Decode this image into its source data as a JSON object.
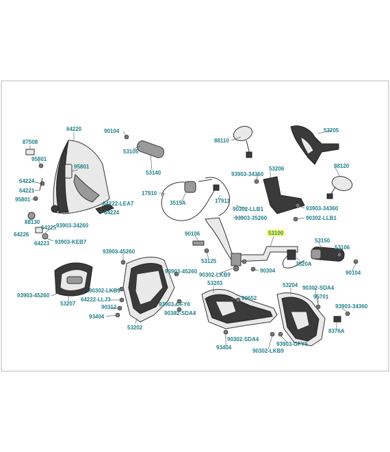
{
  "colors": {
    "label": "#1e7f8c",
    "highlight": "#ffff66"
  },
  "labels": {
    "l64220": "64220",
    "l90104a": "90104",
    "l53105": "53105",
    "l53140": "53140",
    "l87508": "87508",
    "l95801a": "95801",
    "l95801b": "95801",
    "l64224a": "64224",
    "l64221": "64221",
    "l95801c": "95801",
    "l88130": "88130",
    "l64225": "64225",
    "l64226": "64226",
    "l64223": "64223",
    "l93903_34260a": "93903-34260",
    "l93903_keb7": "93903-KEB7",
    "l64222_lea7": "64222-LEA7",
    "l64224b": "64224",
    "l88110": "88110",
    "l53205": "53205",
    "l53206": "53206",
    "l93903_34360a": "93903-34360",
    "l88120": "88120",
    "l17910": "17910",
    "l3515a": "3515A",
    "l17911": "17911",
    "l90302_llb1a": "90302-LLB1",
    "l93903_35260": "93903-35260",
    "l93903_34360b": "93903-34360",
    "l90302_llb1b": "90302-LLB1",
    "l90106": "90106",
    "l53100": "53100",
    "l53150": "53150",
    "l53106": "53106",
    "l53125": "53125",
    "l3520a": "3520A",
    "l90104b": "90104",
    "l90302_lkb9a": "90302-LKB9",
    "l90304": "90304",
    "l93903_45260a": "93903-45260",
    "l93903_45260b": "93903-45260",
    "l93903_45260c": "93903-45260",
    "l53207": "53207",
    "l90302_lkb9b": "90302-LKB9",
    "l64222_llj3": "64222-LLJ3",
    "l90312": "90312",
    "l93404a": "93404",
    "l53202": "53202",
    "l93903_gfy6a": "93903-GFY6",
    "l90302_sda4a": "90302-SDA4",
    "l53203": "53203",
    "l90652": "90652",
    "l90302_sda4b": "90302-SDA4",
    "l93404b": "93404",
    "l90302_lkb9c": "90302-LKB9",
    "l93903_gfy6b": "93903-GFY6",
    "l53204": "53204",
    "l90302_sda4c": "90302-SDA4",
    "l95701": "95701",
    "l93903_34360c": "93903-34360",
    "l8376a": "8376A"
  }
}
